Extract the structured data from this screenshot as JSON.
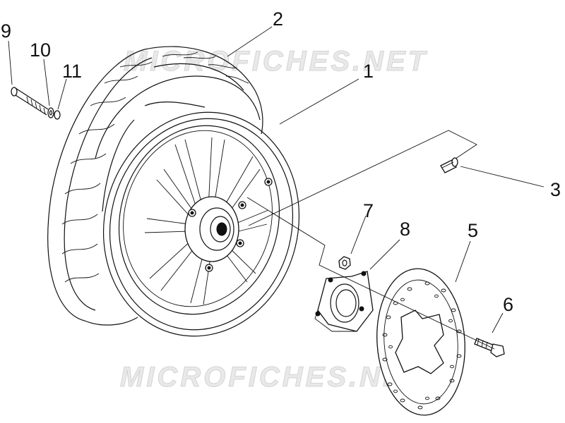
{
  "watermark": {
    "top": "MICROFICHES.NET",
    "bottom": "MICROFICHES.NET"
  },
  "callouts": [
    {
      "id": "1",
      "label": "1"
    },
    {
      "id": "2",
      "label": "2"
    },
    {
      "id": "3",
      "label": "3"
    },
    {
      "id": "5",
      "label": "5"
    },
    {
      "id": "6",
      "label": "6"
    },
    {
      "id": "7",
      "label": "7"
    },
    {
      "id": "8",
      "label": "8"
    },
    {
      "id": "9",
      "label": "9"
    },
    {
      "id": "10",
      "label": "10"
    },
    {
      "id": "11",
      "label": "11"
    }
  ],
  "parts": [
    {
      "ref": "1",
      "name": "wheel-rim"
    },
    {
      "ref": "2",
      "name": "tire"
    },
    {
      "ref": "3",
      "name": "valve"
    },
    {
      "ref": "5",
      "name": "brake-disc"
    },
    {
      "ref": "6",
      "name": "disc-bolt"
    },
    {
      "ref": "7",
      "name": "nut"
    },
    {
      "ref": "8",
      "name": "disc-carrier"
    },
    {
      "ref": "9",
      "name": "axle-bolt"
    },
    {
      "ref": "10",
      "name": "washer"
    },
    {
      "ref": "11",
      "name": "spacer"
    }
  ],
  "colors": {
    "line": "#111111",
    "watermark": "#d9d9d9"
  }
}
